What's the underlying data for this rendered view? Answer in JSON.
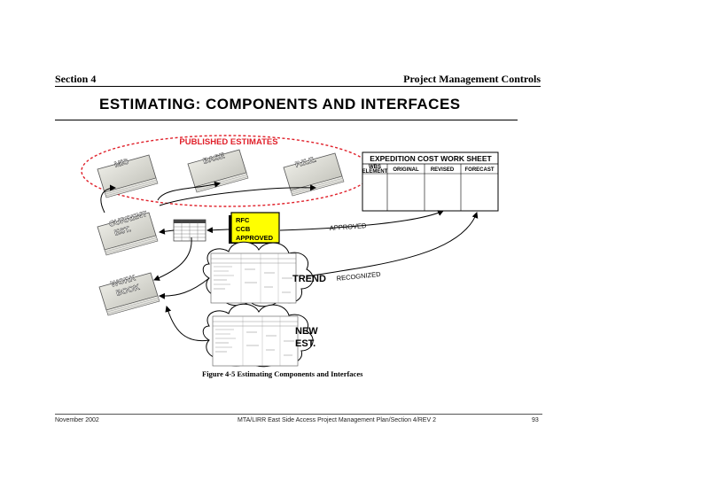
{
  "header": {
    "section": "Section 4",
    "chapter": "Project Management Controls"
  },
  "title": "ESTIMATING: COMPONENTS AND INTERFACES",
  "diagram": {
    "published_label": "PUBLISHED ESTIMATES",
    "books": {
      "mis": "MIS",
      "base": "BASE",
      "pee": "P.E.E.",
      "current_line1": "CURRENT",
      "current_line2": "EST.",
      "work_line1": "WORK",
      "work_line2": "BOOK"
    },
    "approval_box": {
      "line1": "RFC",
      "line2": "CCB",
      "line3": "APPROVED"
    },
    "worksheet": {
      "title": "EXPEDITION COST WORK SHEET",
      "col1_line1": "WBS",
      "col1_line2": "ELEMENT",
      "col2": "ORIGINAL",
      "col3": "REVISED",
      "col4": "FORECAST"
    },
    "clouds": {
      "trend": "TREND",
      "new_line1": "NEW",
      "new_line2": "EST."
    },
    "arrows": {
      "approved": "APPROVED",
      "recognized": "RECOGNIZED"
    }
  },
  "caption": "Figure 4-5  Estimating Components and Interfaces",
  "footer": {
    "date": "November 2002",
    "document": "MTA/LIRR East Side Access Project Management Plan/Section 4/REV 2",
    "page": "93"
  }
}
